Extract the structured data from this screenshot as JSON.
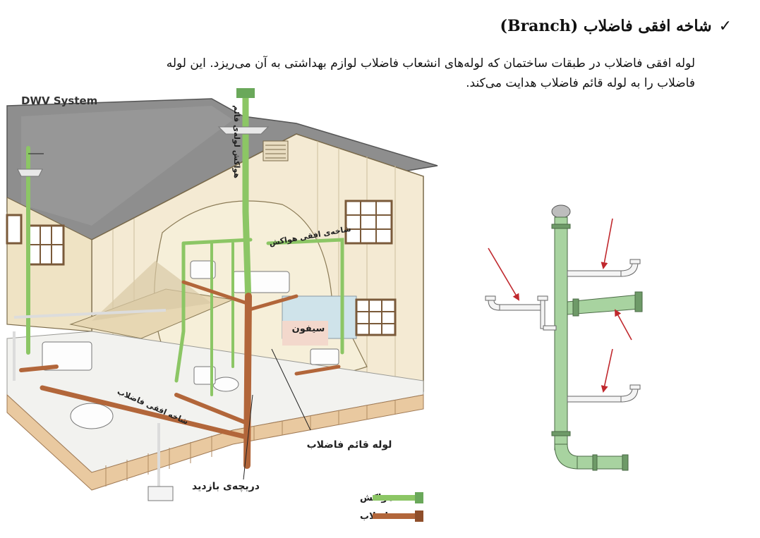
{
  "heading": {
    "check_mark": "✓",
    "text": "شاخه افقی فاضلاب (Branch)"
  },
  "paragraph": {
    "line1": "لوله افقی فاضلاب در طبقات ساختمان که لوله‌های انشعاب فاضلاب لوازم بهداشتی به آن می‌ریزد. این لوله",
    "line2": "فاضلاب را به لوله قائم فاضلاب هدایت می‌کند."
  },
  "house_diagram": {
    "title": "DWV System",
    "labels": {
      "vent_stack": "هواکش لوله‌ی قائم",
      "vent_branch": "شاخه‌ی افقی هواکش",
      "trap": "سیفون",
      "drain_branch": "شاخه افقی فاضلاب",
      "soil_stack": "لوله قائم فاضلاب",
      "cleanout": "دریچه‌ی بازدید"
    },
    "legend": [
      {
        "label": "هواکش",
        "color": "#8cc665"
      },
      {
        "label": "فاضلاب",
        "color": "#b2663a"
      }
    ]
  },
  "colors": {
    "vent_green": "#8cc665",
    "drain_brown": "#b2663a",
    "stack_green": "#a8d3a0",
    "arrow_red": "#c0282d",
    "roof_gray": "#8e8e8e",
    "wall_cream": "#f4ead3"
  }
}
